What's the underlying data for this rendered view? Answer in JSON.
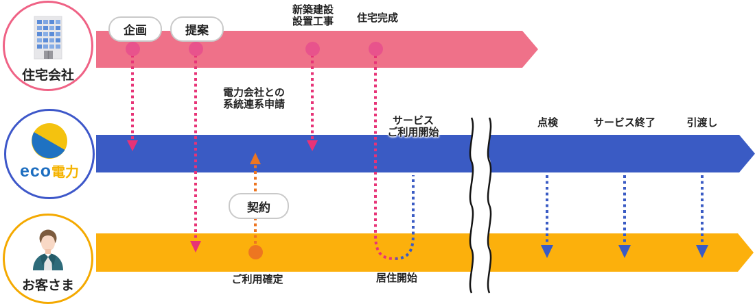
{
  "lanes": {
    "housing": {
      "label": "住宅会社",
      "icon": "building-icon",
      "band_color": "#EF7189",
      "circle_border": "#EF6285"
    },
    "power": {
      "label_eco": "eco",
      "label_power": "電力",
      "icon": "eco-logo-icon",
      "band_color": "#3A5BC4",
      "circle_border": "#3D57C9"
    },
    "customer": {
      "label": "お客さま",
      "icon": "person-icon",
      "band_color": "#FCB00C",
      "circle_border": "#F4A900"
    }
  },
  "milestones": {
    "planning": "企画",
    "proposal": "提案",
    "construction_l1": "新築建設",
    "construction_l2": "設置工事",
    "house_complete": "住宅完成",
    "grid_application_l1": "電力会社との",
    "grid_application_l2": "系統連系申請",
    "contract": "契約",
    "usage_confirmed": "ご利用確定",
    "service_start_l1": "サービス",
    "service_start_l2": "ご利用開始",
    "residence_start": "居住開始",
    "inspection": "点検",
    "service_end": "サービス終了",
    "handover": "引渡し"
  },
  "flows": [
    {
      "from": "住宅会社",
      "label": "企画",
      "to": "eco電力",
      "style": "pink-dotted-arrow"
    },
    {
      "from": "住宅会社",
      "label": "提案",
      "to": "お客さま",
      "style": "pink-dotted-arrow"
    },
    {
      "from": "お客さま",
      "label": "契約 / ご利用確定",
      "to": "eco電力",
      "style": "orange-dotted-arrow"
    },
    {
      "from": "住宅会社",
      "label": "新築建設・設置工事",
      "to": "eco電力",
      "style": "pink-dotted-arrow"
    },
    {
      "from": "住宅会社",
      "label": "住宅完成 → 居住開始 → サービスご利用開始",
      "to": "eco電力",
      "style": "pink-to-blue-dotted-curve"
    },
    {
      "from": "eco電力",
      "label": "点検",
      "to": "お客さま",
      "style": "blue-dotted-arrow"
    },
    {
      "from": "eco電力",
      "label": "サービス終了",
      "to": "お客さま",
      "style": "blue-dotted-arrow"
    },
    {
      "from": "eco電力",
      "label": "引渡し",
      "to": "お客さま",
      "style": "blue-dotted-arrow"
    }
  ],
  "colors": {
    "pink_band": "#EF7189",
    "pink_dot": "#E8538C",
    "pink_line": "#E73377",
    "blue_band": "#3A5BC4",
    "yellow_band": "#FCB00C",
    "orange": "#ED7621",
    "logo_blue": "#1E72C2",
    "logo_yellow": "#F4C20F",
    "text": "#222222"
  }
}
